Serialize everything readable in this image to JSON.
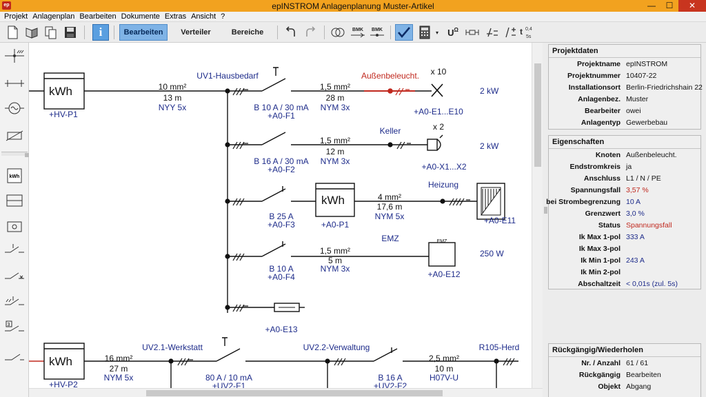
{
  "window": {
    "title": "epINSTROM Anlagenplanung    Muster-Artikel",
    "minimize": "—",
    "maximize": "☐",
    "close": "✕"
  },
  "menu": [
    "Projekt",
    "Anlagenplan",
    "Bearbeiten",
    "Dokumente",
    "Extras",
    "Ansicht",
    "?"
  ],
  "toolbar": {
    "bearbeiten": "Bearbeiten",
    "verteiler": "Verteiler",
    "bereiche": "Bereiche",
    "info": "i",
    "bmk1": "BMK",
    "bmk2": "BMK",
    "volt": "U",
    "ohm": "Ω"
  },
  "canvas": {
    "meter_label": "kWh",
    "top": {
      "hv_p1": "+HV-P1",
      "feed_cs": "10 mm²",
      "feed_len": "13 m",
      "feed_type": "NYY 5x",
      "dist_name": "UV1-Hausbedarf",
      "r1": {
        "breaker": "B 10 A / 30 mA",
        "ref": "+A0-F1",
        "cs": "1,5 mm²",
        "len": "28 m",
        "type": "NYM 3x",
        "name": "Außenbeleucht.",
        "count": "x 10",
        "target": "+A0-E1...E10",
        "power": "2 kW"
      },
      "r2": {
        "breaker": "B 16 A / 30 mA",
        "ref": "+A0-F2",
        "cs": "1,5 mm²",
        "len": "12 m",
        "type": "NYM 3x",
        "name": "Keller",
        "count": "x 2",
        "target": "+A0-X1...X2",
        "power": "2 kW"
      },
      "r3": {
        "breaker": "B 25 A",
        "ref": "+A0-F3",
        "meter_ref": "+A0-P1",
        "cs": "4 mm²",
        "len": "17,6 m",
        "type": "NYM 5x",
        "name": "Heizung",
        "target": "+A0-E11"
      },
      "r4": {
        "breaker": "B 10 A",
        "ref": "+A0-F4",
        "cs": "1,5 mm²",
        "len": "5 m",
        "type": "NYM 3x",
        "name": "EMZ",
        "box": "EMZ",
        "target": "+A0-E12",
        "power": "250 W"
      },
      "r5": {
        "target": "+A0-E13"
      }
    },
    "bottom": {
      "hv_p2": "+HV-P2",
      "cs1": "16 mm²",
      "len1": "27 m",
      "type1": "NYM 5x",
      "dist2": "UV2.1-Werkstatt",
      "breaker2": "80 A / 10 mA",
      "ref2": "+UV2-F1",
      "dist3": "UV2.2-Verwaltung",
      "breaker3": "B 16 A",
      "ref3": "+UV2-F2",
      "cs3": "2,5 mm²",
      "len3": "10 m",
      "type3": "H07V-U",
      "dist4": "R105-Herd"
    }
  },
  "panel": {
    "projekt": {
      "title": "Projektdaten",
      "rows": [
        {
          "k": "Projektname",
          "v": "epINSTROM"
        },
        {
          "k": "Projektnummer",
          "v": "10407-22"
        },
        {
          "k": "Installationsort",
          "v": "Berlin-Friedrichshain 22"
        },
        {
          "k": "Anlagenbez.",
          "v": "Muster"
        },
        {
          "k": "Bearbeiter",
          "v": "owei"
        },
        {
          "k": "Anlagentyp",
          "v": "Gewerbebau"
        }
      ]
    },
    "eigen": {
      "title": "Eigenschaften",
      "rows": [
        {
          "k": "Knoten",
          "v": "Außenbeleucht."
        },
        {
          "k": "Endstromkreis",
          "v": "ja"
        },
        {
          "k": "Anschluss",
          "v": "L1 / N / PE"
        },
        {
          "k": "Spannungsfall",
          "v": "3,57 %"
        },
        {
          "k": "bei Strombegrenzung",
          "v": "10 A"
        },
        {
          "k": "Grenzwert",
          "v": "3,0 %"
        },
        {
          "k": "Status",
          "v": "Spannungsfall"
        },
        {
          "k": "Ik Max 1-pol",
          "v": "333 A"
        },
        {
          "k": "Ik Max 3-pol",
          "v": ""
        },
        {
          "k": "Ik Min 1-pol",
          "v": "243 A"
        },
        {
          "k": "Ik Min 2-pol",
          "v": ""
        },
        {
          "k": "Abschaltzeit",
          "v": "< 0,01s (zul. 5s)"
        }
      ]
    },
    "undo": {
      "title": "Rückgängig/Wiederholen",
      "rows": [
        {
          "k": "Nr. / Anzahl",
          "v": "61 / 61"
        },
        {
          "k": "Rückgängig",
          "v": "Bearbeiten"
        },
        {
          "k": "Objekt",
          "v": "Abgang"
        }
      ]
    }
  },
  "colors": {
    "titlebar": "#f2a21f",
    "accent": "#5a9fe0",
    "label_blue": "#1d2b8a",
    "warn_red": "#c0281e"
  }
}
